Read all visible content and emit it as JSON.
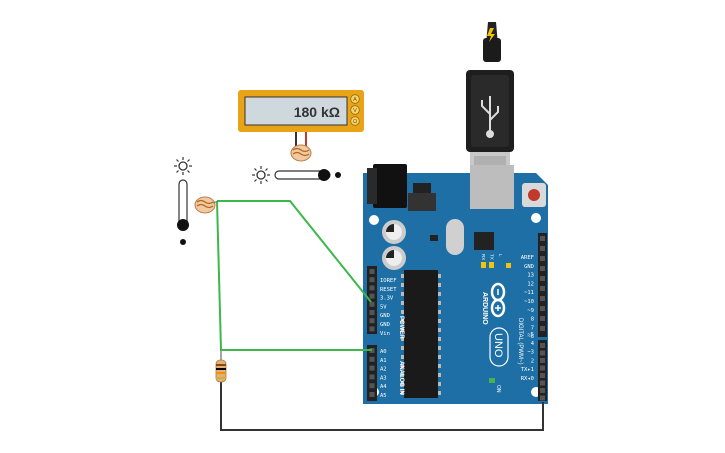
{
  "multimeter": {
    "reading": "180 kΩ",
    "mode_buttons": [
      "A",
      "V",
      "Ω"
    ]
  },
  "arduino": {
    "brand": "ARDUINO",
    "model": "UNO",
    "header_power_label": "POWER",
    "header_analog_label": "ANALOG IN",
    "header_digital_label": "DIGITAL (PWM~)",
    "power_pins": [
      "IOREF",
      "RESET",
      "3.3V",
      "5V",
      "GND",
      "GND",
      "Vin"
    ],
    "analog_pins": [
      "A0",
      "A1",
      "A2",
      "A3",
      "A4",
      "A5"
    ],
    "digital_pins": [
      "AREF",
      "GND",
      "13",
      "12",
      "~11",
      "~10",
      "~9",
      "8",
      "7",
      "~6",
      "~5",
      "4",
      "~3",
      "2",
      "TX▸1",
      "RX◂0"
    ],
    "led_labels": [
      "RX",
      "TX",
      "L"
    ],
    "on_label": "ON"
  },
  "wire_colors": {
    "green": "#3cb84a",
    "black": "#333333"
  },
  "icons": [
    "sun-icon",
    "photoresistor",
    "resistor",
    "usb-plug"
  ]
}
